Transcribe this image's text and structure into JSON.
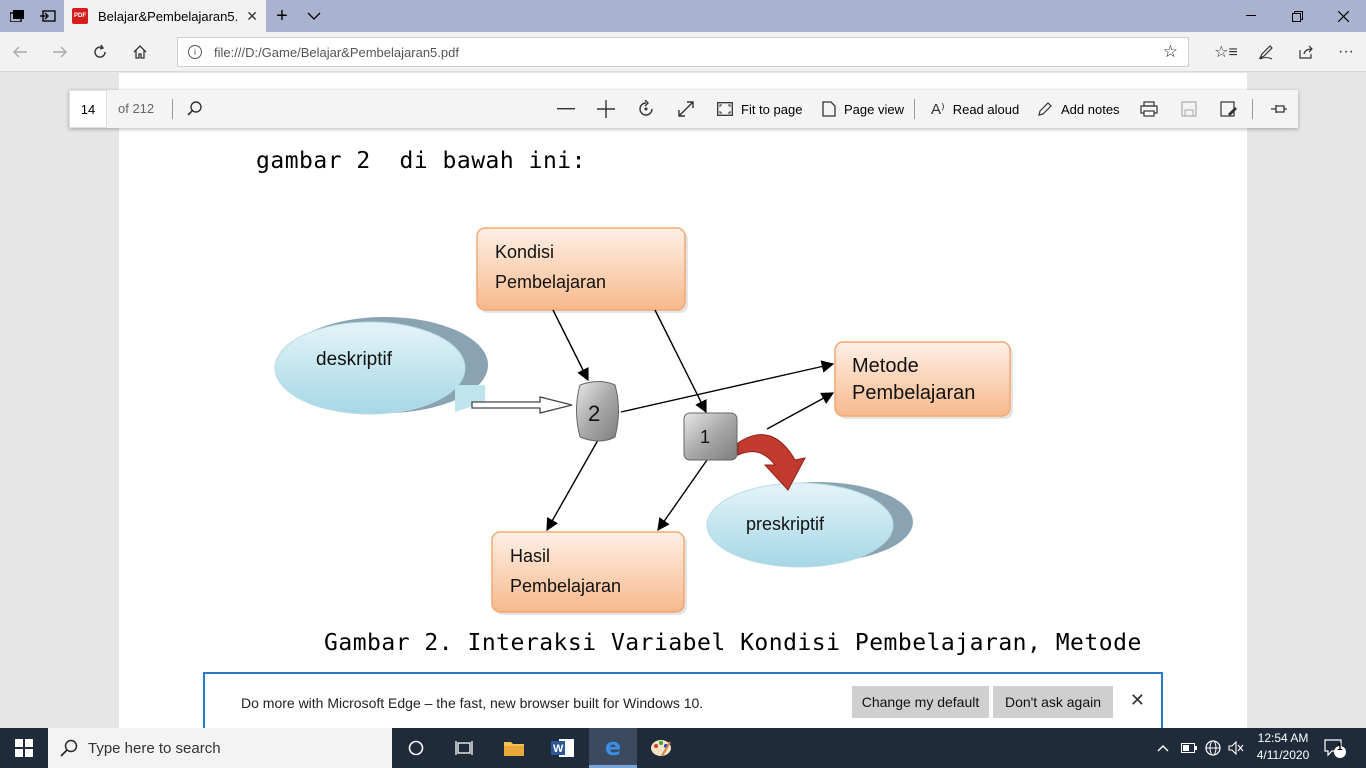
{
  "browser": {
    "tab_title": "Belajar&Pembelajaran5.",
    "url": "file:///D:/Game/Belajar&Pembelajaran5.pdf",
    "icons": {
      "tab_actions": "tab-actions-icon",
      "tab_aside": "set-tabs-aside-icon",
      "back": "back-arrow-icon",
      "forward": "forward-arrow-icon",
      "refresh": "refresh-icon",
      "home": "home-icon",
      "favorites": "favorites-icon",
      "notes": "web-note-icon",
      "share": "share-icon",
      "more": "more-icon"
    }
  },
  "pdf_toolbar": {
    "page_number": "14",
    "page_total": "of 212",
    "fit_to_page": "Fit to page",
    "page_view": "Page view",
    "read_aloud": "Read aloud",
    "add_notes": "Add notes"
  },
  "document": {
    "line1": "gambar 2  di bawah ini:",
    "caption": "Gambar 2. Interaksi Variabel Kondisi Pembelajaran, Metode"
  },
  "diagram": {
    "kondisi_line1": "Kondisi",
    "kondisi_line2": "Pembelajaran",
    "metode_line1": "Metode",
    "metode_line2": "Pembelajaran",
    "hasil_line1": "Hasil",
    "hasil_line2": "Pembelajaran",
    "deskriptif": "deskriptif",
    "preskriptif": "preskriptif",
    "node2": "2",
    "node1": "1",
    "colors": {
      "box_fill_light": "#fde8d8",
      "box_fill_dark": "#f7b98c",
      "cloud_fill": "#bfe4ee",
      "cloud_shadow": "#8aa3b2",
      "red_arrow": "#c23a2e"
    }
  },
  "notification": {
    "text": "Do more with Microsoft Edge – the fast, new browser built for Windows 10.",
    "change_default": "Change my default",
    "dont_ask": "Don't ask again"
  },
  "taskbar": {
    "search_placeholder": "Type here to search",
    "time": "12:54 AM",
    "date": "4/11/2020",
    "notification_count": "1"
  }
}
